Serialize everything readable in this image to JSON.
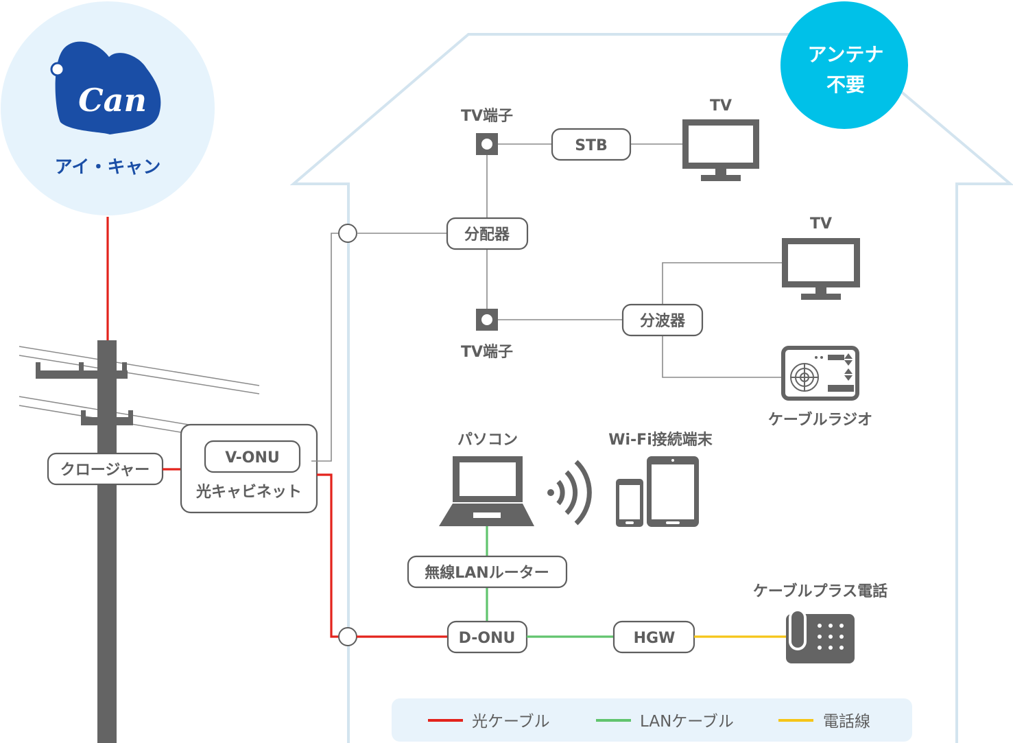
{
  "logo": {
    "brand_text": "Can",
    "name": "アイ・キャン",
    "brand_color": "#1a4ea6",
    "circle_color": "#e6f3fc"
  },
  "badge": {
    "line1": "アンテナ",
    "line2": "不要",
    "color": "#00c1e8"
  },
  "nodes": {
    "closure": "クロージャー",
    "v_onu": "V-ONU",
    "cabinet": "光キャビネット",
    "tv_terminal_top": "TV端子",
    "tv_terminal_bottom": "TV端子",
    "splitter": "分配器",
    "stb": "STB",
    "tv_top": "TV",
    "tv_right": "TV",
    "wave_splitter": "分波器",
    "cable_radio": "ケーブルラジオ",
    "pc": "パソコン",
    "wifi_devices": "Wi-Fi接続端末",
    "router": "無線LANルーター",
    "d_onu": "D-ONU",
    "hgw": "HGW",
    "phone": "ケーブルプラス電話"
  },
  "legend": {
    "items": [
      {
        "label": "光ケーブル",
        "color": "#e3231c"
      },
      {
        "label": "LANケーブル",
        "color": "#61c46e"
      },
      {
        "label": "電話線",
        "color": "#f5c518"
      }
    ]
  },
  "colors": {
    "gray_text": "#5e5e5e",
    "house_outline": "#d3e4ef",
    "legend_bg": "#e8f3fb",
    "device_gray": "#646464"
  }
}
